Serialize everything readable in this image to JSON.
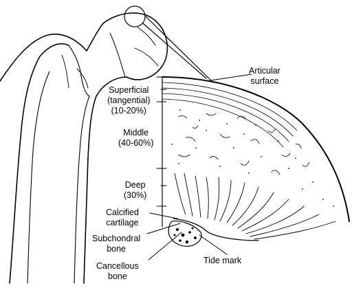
{
  "diagram": {
    "labels": {
      "articular_surface": [
        "Articular",
        "surface"
      ],
      "superficial": [
        "Superficial",
        "(tangential)",
        "(10-20%)"
      ],
      "middle": [
        "Middle",
        "(40-60%)"
      ],
      "deep": [
        "Deep",
        "(30%)"
      ],
      "calcified": [
        "Calcified",
        "cartilage"
      ],
      "subchondral": [
        "Subchondral",
        "bone"
      ],
      "cancellous": [
        "Cancellous",
        "bone"
      ],
      "tide_mark": "Tide mark"
    },
    "colors": {
      "ink": "#000000",
      "background": "#ffffff"
    }
  }
}
